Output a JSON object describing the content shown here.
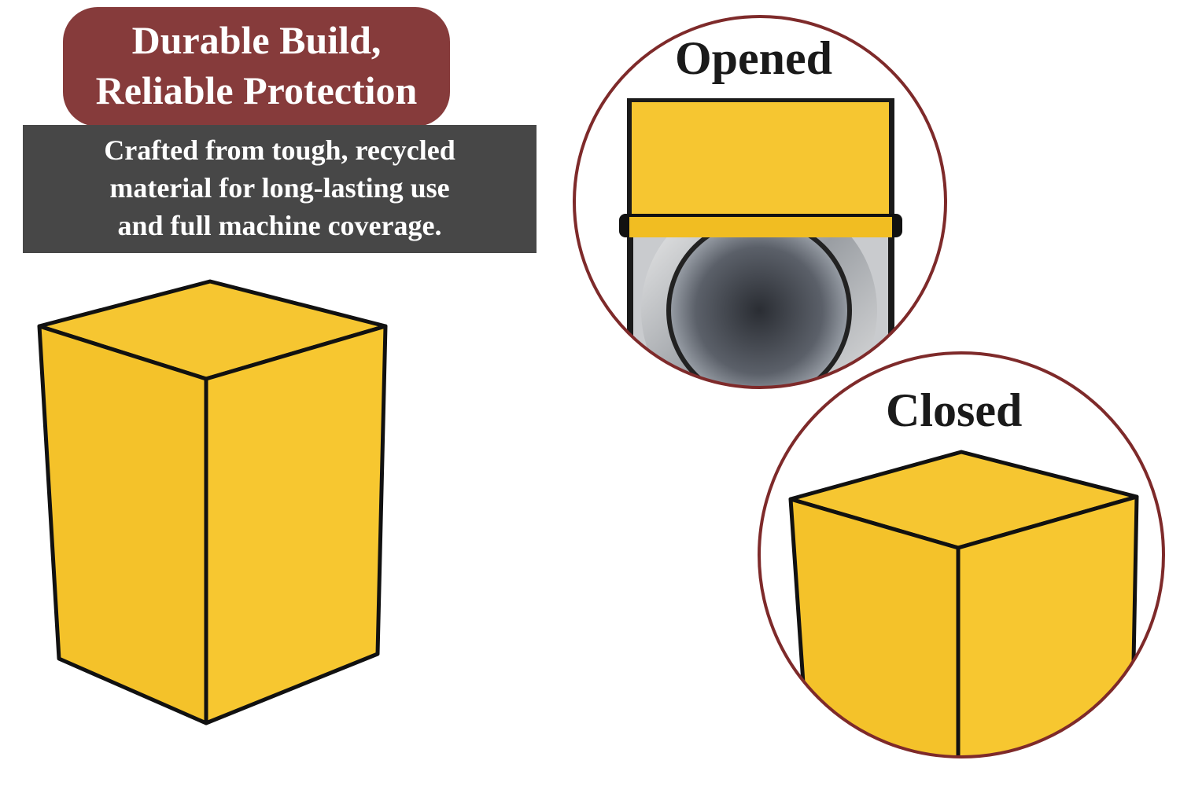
{
  "headline": {
    "line1": "Durable Build,",
    "line2": "Reliable Protection"
  },
  "description": {
    "line1": "Crafted from tough, recycled",
    "line2": "material for long-lasting use",
    "line3": "and full machine coverage."
  },
  "views": {
    "opened_label": "Opened",
    "closed_label": "Closed"
  },
  "colors": {
    "accent": "#863b3b",
    "panel": "#474747",
    "cover": "#f6c631",
    "trim": "#111111"
  }
}
